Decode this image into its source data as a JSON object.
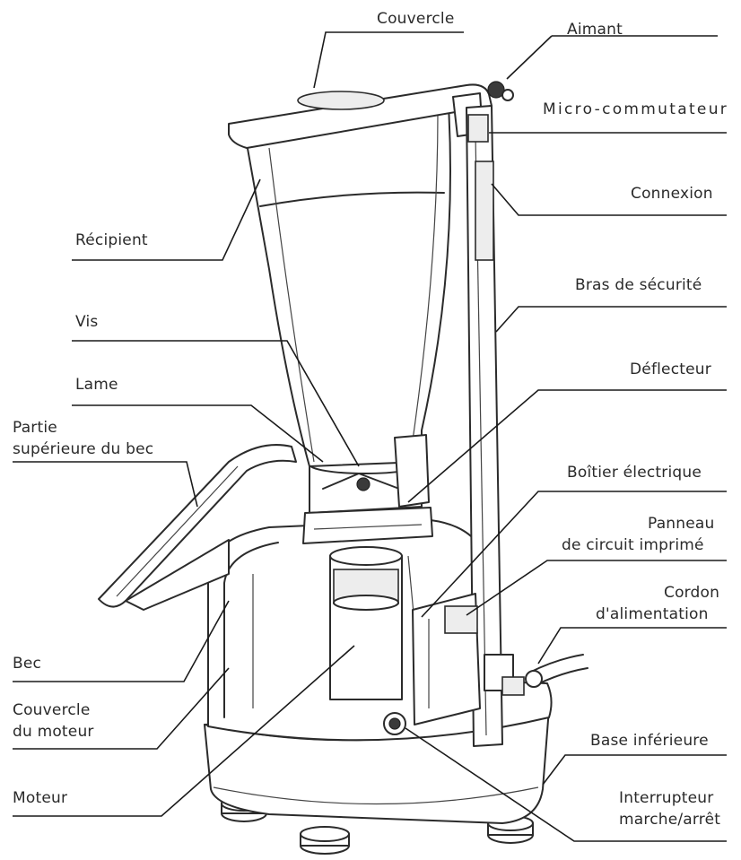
{
  "labels": {
    "couvercle": "Couvercle",
    "aimant": "Aimant",
    "micro_commutateur": "Micro-commutateur",
    "connexion": "Connexion",
    "recipient": "Récipient",
    "bras_securite": "Bras de sécurité",
    "vis": "Vis",
    "deflecteur": "Déflecteur",
    "lame": "Lame",
    "partie_sup_bec_1": "Partie",
    "partie_sup_bec_2": "supérieure du bec",
    "boitier_electrique": "Boîtier électrique",
    "panneau_1": "Panneau",
    "panneau_2": "de circuit imprimé",
    "cordon_1": "Cordon",
    "cordon_2": "d'alimentation",
    "bec": "Bec",
    "couvercle_moteur_1": "Couvercle",
    "couvercle_moteur_2": "du moteur",
    "base_inferieure": "Base inférieure",
    "moteur": "Moteur",
    "interrupteur_1": "Interrupteur",
    "interrupteur_2": "marche/arrêt"
  }
}
